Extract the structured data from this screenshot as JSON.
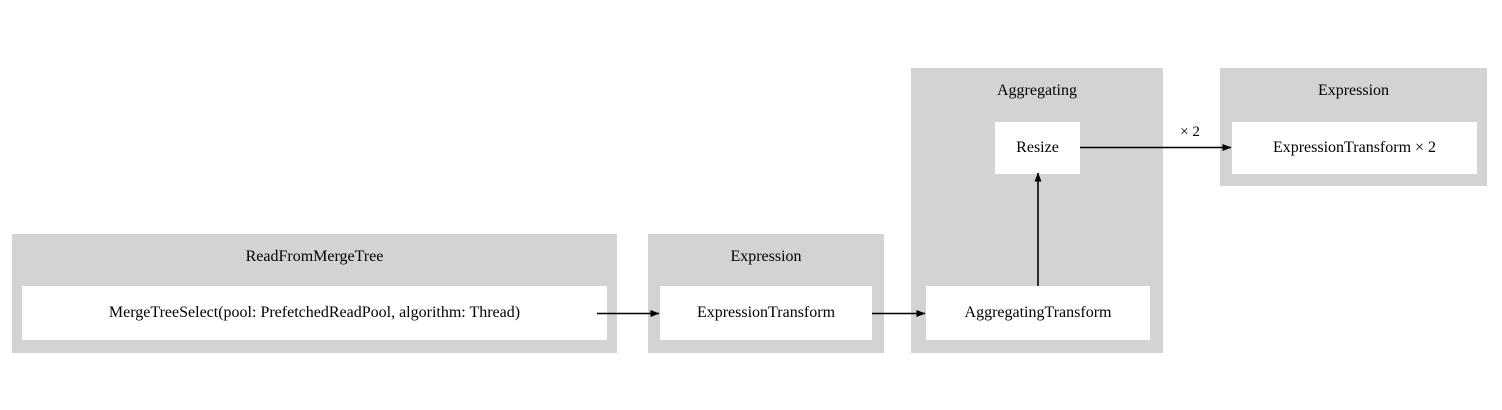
{
  "diagram": {
    "kind": "query-pipeline-graph",
    "background_color": "#ffffff",
    "cluster_color": "#d3d3d3",
    "node_color": "#ffffff",
    "edge_color": "#000000",
    "clusters": [
      {
        "id": "read-from-merge-tree",
        "title": "ReadFromMergeTree",
        "nodes": [
          {
            "id": "merge-tree-select",
            "label": "MergeTreeSelect(pool: PrefetchedReadPool, algorithm: Thread)"
          }
        ]
      },
      {
        "id": "expression-1",
        "title": "Expression",
        "nodes": [
          {
            "id": "expression-transform",
            "label": "ExpressionTransform"
          }
        ]
      },
      {
        "id": "aggregating",
        "title": "Aggregating",
        "nodes": [
          {
            "id": "resize",
            "label": "Resize"
          },
          {
            "id": "aggregating-transform",
            "label": "AggregatingTransform"
          }
        ]
      },
      {
        "id": "expression-2",
        "title": "Expression",
        "nodes": [
          {
            "id": "expression-transform-x2",
            "label": "ExpressionTransform × 2"
          }
        ]
      }
    ],
    "edges": [
      {
        "id": "edge-merge-to-expression",
        "from": "merge-tree-select",
        "to": "expression-transform",
        "label": ""
      },
      {
        "id": "edge-expression-to-aggregating",
        "from": "expression-transform",
        "to": "aggregating-transform",
        "label": ""
      },
      {
        "id": "edge-aggregating-to-resize",
        "from": "aggregating-transform",
        "to": "resize",
        "label": ""
      },
      {
        "id": "edge-resize-to-expression2",
        "from": "resize",
        "to": "expression-transform-x2",
        "label": "× 2"
      }
    ]
  }
}
